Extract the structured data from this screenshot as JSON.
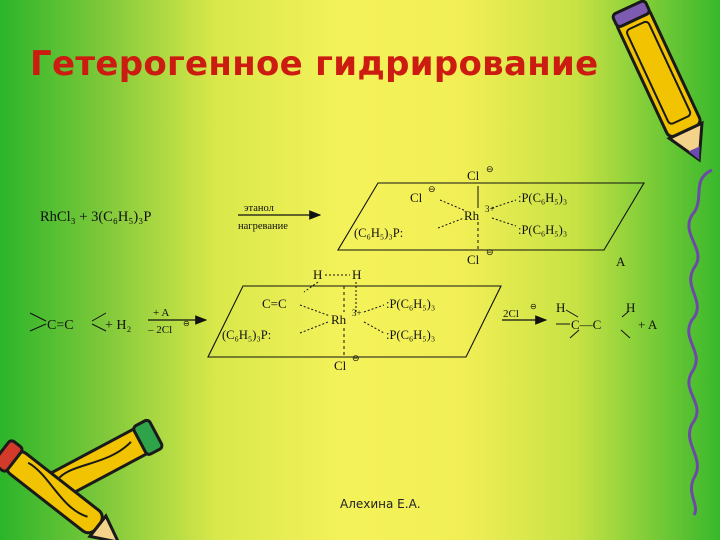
{
  "slide": {
    "title": "Гетерогенное гидрирование",
    "author": "Алехина Е.А."
  },
  "reaction1": {
    "lhs": "RhCl₃ + 3(C₆H₅)₃P",
    "arrow_above": "этанол",
    "arrow_below": "нагревание",
    "cl_top": "Cl",
    "cl_left": "Cl",
    "rh": "Rh",
    "rh_charge": "3+",
    "ligand_top_right": ":P(C₆H₅)₃",
    "ligand_bottom_right": ":P(C₆H₅)₃",
    "ligand_left": "(C₆H₅)₃P:",
    "cl_bottom": "Cl",
    "complex_label": "A"
  },
  "reaction2": {
    "alkene": "C=C",
    "plus_h2": "+ H₂",
    "arrow_above": "+ A",
    "arrow_below": "– 2Cl",
    "h_left": "H",
    "h_right": "H",
    "alkene_bound": "C=C",
    "rh": "Rh",
    "rh_charge": "3+",
    "ligand_top_right": ":P(C₆H₅)₃",
    "ligand_left": "(C₆H₅)₃P:",
    "ligand_bottom_right": ":P(C₆H₅)₃",
    "cl_bottom": "Cl",
    "arrow2_above": "2Cl",
    "product_h_left": "H",
    "product_h_right": "H",
    "product": "C—C",
    "plus_a": "+ A"
  },
  "icons": {
    "pencil_color": "#f2c300",
    "pencil_outline": "#1a1a1a"
  }
}
